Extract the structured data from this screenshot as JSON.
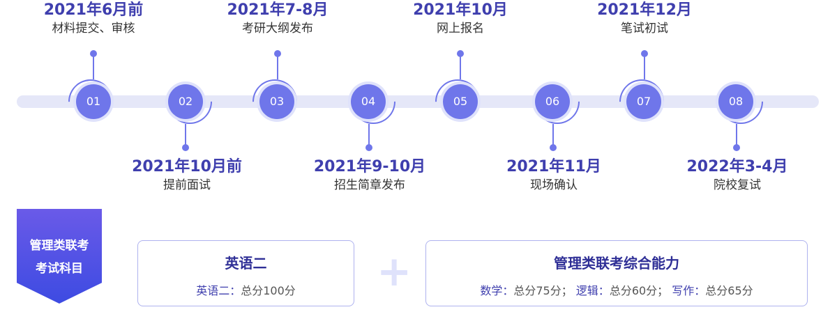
{
  "timeline": {
    "milestones": [
      {
        "num": "01",
        "date": "2021年6月前",
        "desc": "材料提交、审核",
        "pos": "top"
      },
      {
        "num": "02",
        "date": "2021年10月前",
        "desc": "提前面试",
        "pos": "bottom"
      },
      {
        "num": "03",
        "date": "2021年7-8月",
        "desc": "考研大纲发布",
        "pos": "top"
      },
      {
        "num": "04",
        "date": "2021年9-10月",
        "desc": "招生简章发布",
        "pos": "bottom"
      },
      {
        "num": "05",
        "date": "2021年10月",
        "desc": "网上报名",
        "pos": "top"
      },
      {
        "num": "06",
        "date": "2021年11月",
        "desc": "现场确认",
        "pos": "bottom"
      },
      {
        "num": "07",
        "date": "2021年12月",
        "desc": "笔试初试",
        "pos": "top"
      },
      {
        "num": "08",
        "date": "2022年3-4月",
        "desc": "院校复试",
        "pos": "bottom"
      }
    ]
  },
  "subjects": {
    "ribbon_line1": "管理类联考",
    "ribbon_line2": "考试科目",
    "plus": "+",
    "english": {
      "title": "英语二",
      "key": "英语二：",
      "value": "总分100分"
    },
    "comprehensive": {
      "title": "管理类联考综合能力",
      "items": [
        {
          "key": "数学：",
          "value": "总分75分；"
        },
        {
          "key": "逻辑：",
          "value": "总分60分；"
        },
        {
          "key": "写作：",
          "value": "总分65分"
        }
      ]
    }
  },
  "colors": {
    "accent": "#6f76ea",
    "date_text": "#3f3fae",
    "track": "#e5e7f8"
  }
}
